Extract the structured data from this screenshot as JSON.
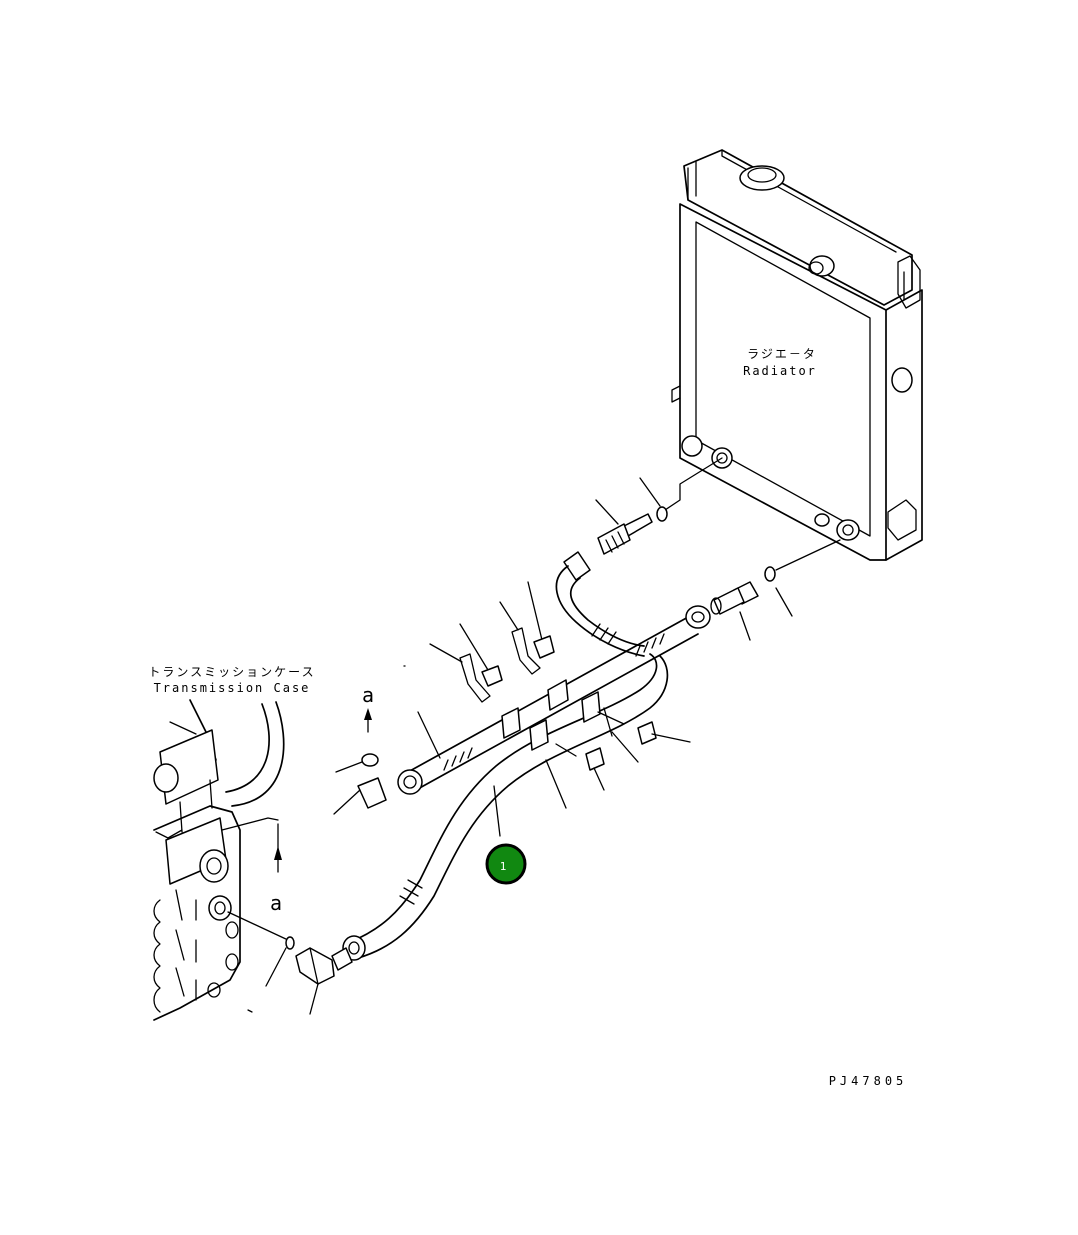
{
  "labels": {
    "radiator_jp": "ラジエ－タ",
    "radiator_en": "Radiator",
    "transmission_jp": "トランスミッションケース",
    "transmission_en": "Transmission Case",
    "view_marker_top": "a",
    "view_marker_bottom": "a",
    "drawing_number": "PJ47805"
  },
  "callouts": [
    {
      "number": "1",
      "color": "#118811"
    }
  ],
  "colors": {
    "line": "#000000",
    "background": "#ffffff",
    "callout_fill": "#118811"
  }
}
